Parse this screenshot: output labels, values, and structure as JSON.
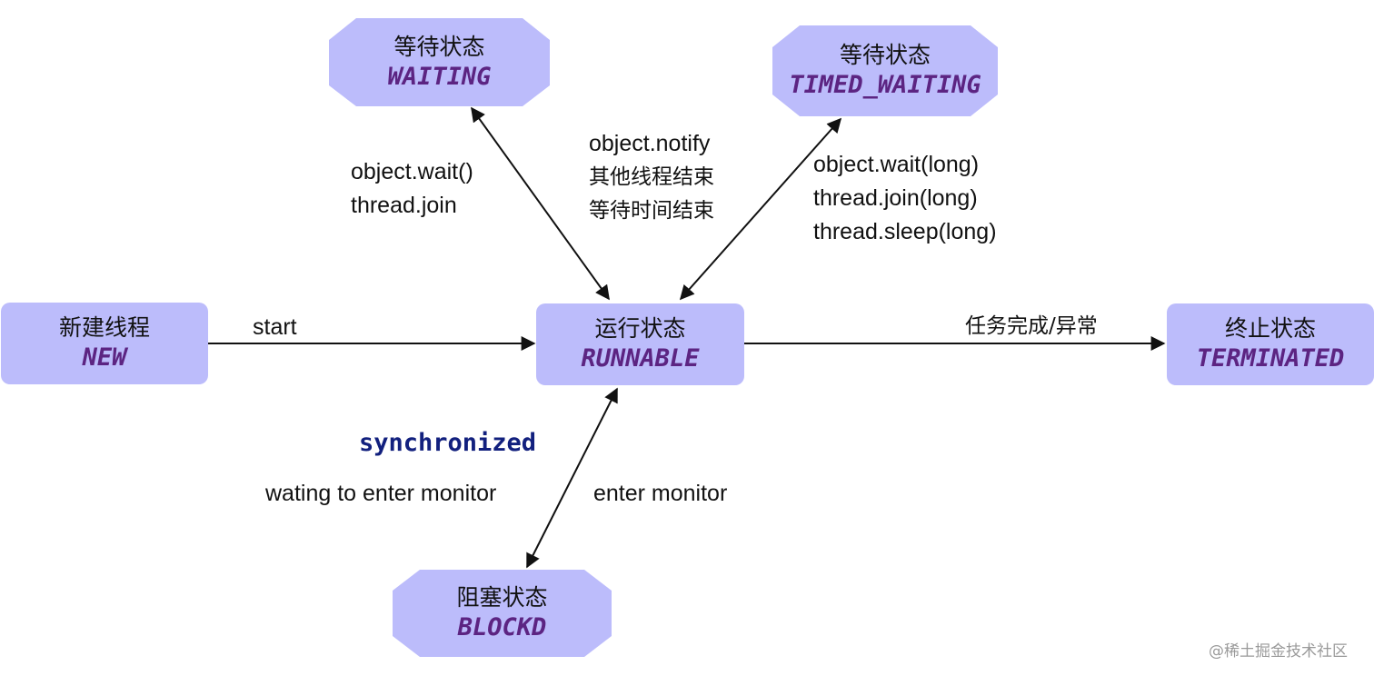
{
  "nodes": {
    "waiting": {
      "cn": "等待状态",
      "en": "WAITING"
    },
    "timed_waiting": {
      "cn": "等待状态",
      "en": "TIMED_WAITING"
    },
    "new": {
      "cn": "新建线程",
      "en": "NEW"
    },
    "runnable": {
      "cn": "运行状态",
      "en": "RUNNABLE"
    },
    "terminated": {
      "cn": "终止状态",
      "en": "TERMINATED"
    },
    "blocked": {
      "cn": "阻塞状态",
      "en": "BLOCKD"
    }
  },
  "edges": {
    "waiting_in": [
      "object.wait()",
      "thread.join"
    ],
    "notify": [
      "object.notify",
      "其他线程结束",
      "等待时间结束"
    ],
    "timed_waiting_in": [
      "object.wait(long)",
      "thread.join(long)",
      "thread.sleep(long)"
    ],
    "start": "start",
    "terminate": "任务完成/异常",
    "synchronized": "synchronized",
    "blocked_in": "wating to enter monitor",
    "blocked_out": "enter monitor"
  },
  "colors": {
    "node_fill": "#bcbcfb",
    "state_name": "#5c2482",
    "keyword": "#12207e",
    "arrow": "#111111"
  },
  "watermark": "@稀土掘金技术社区"
}
